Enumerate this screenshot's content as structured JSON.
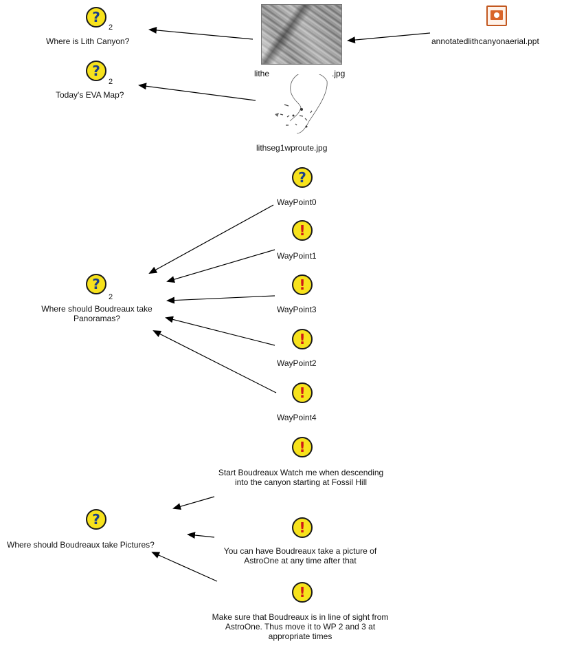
{
  "colors": {
    "question_fill": "#f7e21c",
    "question_mark": "#1c3f8a",
    "exclaim_mark": "#d01818",
    "ppt_accent": "#d9652a",
    "arrow": "#000000"
  },
  "icons": {
    "question": "question-icon",
    "exclaim": "exclamation-icon",
    "ppt": "powerpoint-file-icon",
    "image": "image-thumbnail"
  },
  "glyphs": {
    "question": "?",
    "exclaim": "!"
  },
  "questions": {
    "lith": {
      "label": "Where is Lith Canyon?",
      "count": "2"
    },
    "eva": {
      "label": "Today's EVA Map?",
      "count": "2"
    },
    "panoramas": {
      "label": "Where should Boudreaux take Panoramas?",
      "count": "2"
    },
    "pictures": {
      "label": "Where should Boudreaux take Pictures?"
    }
  },
  "files": {
    "aerial": {
      "label_left": "lithe",
      "label_right": ".jpg"
    },
    "ppt": {
      "label": "annotatedlithcanyonaerial.ppt"
    },
    "route": {
      "label": "lithseg1wproute.jpg"
    }
  },
  "waypoints": {
    "wp0": "WayPoint0",
    "wp1": "WayPoint1",
    "wp3": "WayPoint3",
    "wp2": "WayPoint2",
    "wp4": "WayPoint4"
  },
  "notes": {
    "start": "Start Boudreaux Watch me when descending into the canyon starting at Fossil Hill",
    "anytime": "You can have Boudreaux take a picture of AstroOne at any time after that",
    "sight": "Make sure that Boudreaux is in line of sight from AstroOne. Thus move it to WP 2 and 3 at appropriate times"
  }
}
